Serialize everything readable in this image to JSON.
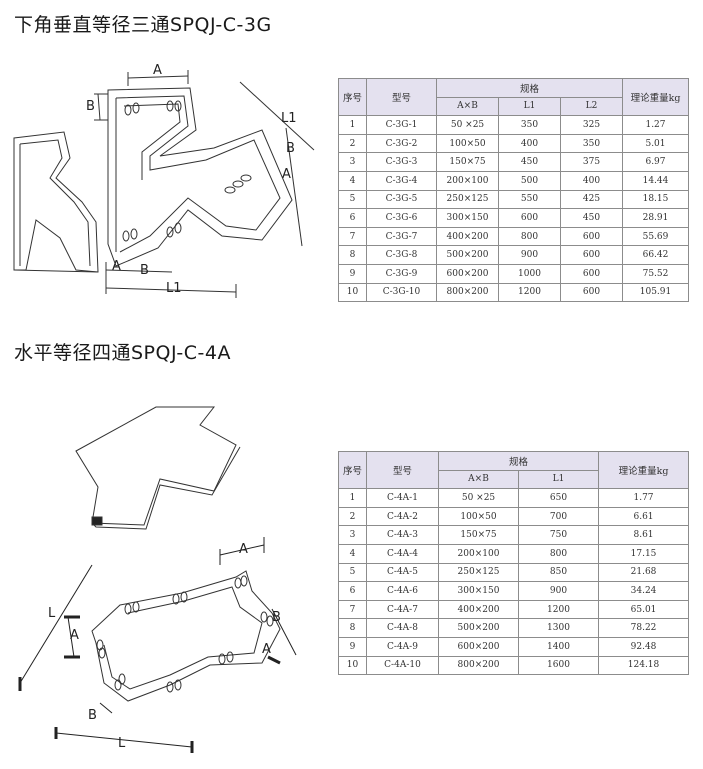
{
  "section1": {
    "title": "下角垂直等径三通SPQJ-C-3G",
    "dims": {
      "A_top": "A",
      "B_left": "B",
      "L1_right": "L1",
      "B_right": "B",
      "A_right": "A",
      "A_bottom": "A",
      "B_bottom": "B",
      "L1_bottom": "L1"
    },
    "table": {
      "h_no": "序号",
      "h_model": "型号",
      "h_spec": "规格",
      "h_weight": "理论重量kg",
      "sub": [
        "A×B",
        "L1",
        "L2"
      ],
      "rows": [
        [
          "1",
          "C-3G-1",
          "50 ×25",
          "350",
          "325",
          "1.27"
        ],
        [
          "2",
          "C-3G-2",
          "100×50",
          "400",
          "350",
          "5.01"
        ],
        [
          "3",
          "C-3G-3",
          "150×75",
          "450",
          "375",
          "6.97"
        ],
        [
          "4",
          "C-3G-4",
          "200×100",
          "500",
          "400",
          "14.44"
        ],
        [
          "5",
          "C-3G-5",
          "250×125",
          "550",
          "425",
          "18.15"
        ],
        [
          "6",
          "C-3G-6",
          "300×150",
          "600",
          "450",
          "28.91"
        ],
        [
          "7",
          "C-3G-7",
          "400×200",
          "800",
          "600",
          "55.69"
        ],
        [
          "8",
          "C-3G-8",
          "500×200",
          "900",
          "600",
          "66.42"
        ],
        [
          "9",
          "C-3G-9",
          "600×200",
          "1000",
          "600",
          "75.52"
        ],
        [
          "10",
          "C-3G-10",
          "800×200",
          "1200",
          "600",
          "105.91"
        ]
      ]
    }
  },
  "section2": {
    "title": "水平等径四通SPQJ-C-4A",
    "dims": {
      "A_top": "A",
      "L_left": "L",
      "A_left": "A",
      "B_right": "B",
      "A_right": "A",
      "B_bottom": "B",
      "L_bottom": "L"
    },
    "table": {
      "h_no": "序号",
      "h_model": "型号",
      "h_spec": "规格",
      "h_weight": "理论重量kg",
      "sub": [
        "A×B",
        "L1"
      ],
      "rows": [
        [
          "1",
          "C-4A-1",
          "50 ×25",
          "650",
          "1.77"
        ],
        [
          "2",
          "C-4A-2",
          "100×50",
          "700",
          "6.61"
        ],
        [
          "3",
          "C-4A-3",
          "150×75",
          "750",
          "8.61"
        ],
        [
          "4",
          "C-4A-4",
          "200×100",
          "800",
          "17.15"
        ],
        [
          "5",
          "C-4A-5",
          "250×125",
          "850",
          "21.68"
        ],
        [
          "6",
          "C-4A-6",
          "300×150",
          "900",
          "34.24"
        ],
        [
          "7",
          "C-4A-7",
          "400×200",
          "1200",
          "65.01"
        ],
        [
          "8",
          "C-4A-8",
          "500×200",
          "1300",
          "78.22"
        ],
        [
          "9",
          "C-4A-9",
          "600×200",
          "1400",
          "92.48"
        ],
        [
          "10",
          "C-4A-10",
          "800×200",
          "1600",
          "124.18"
        ]
      ]
    }
  }
}
